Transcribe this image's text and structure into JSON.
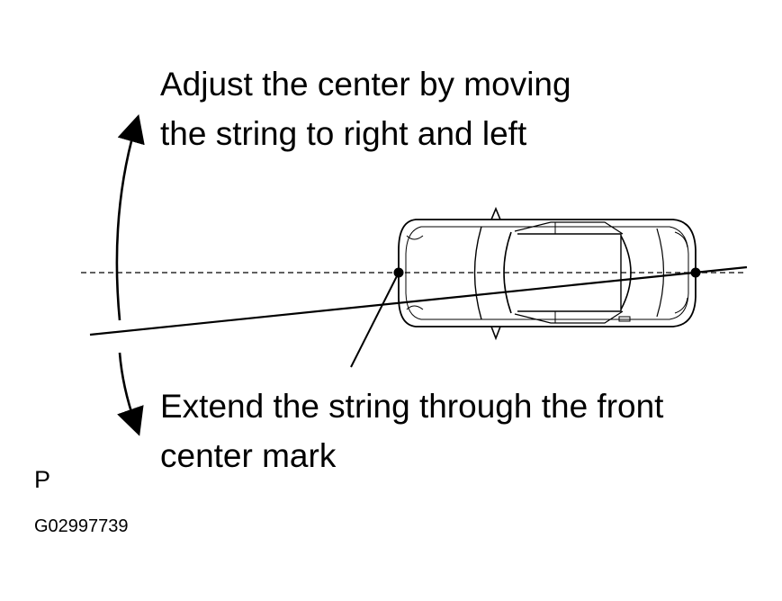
{
  "captions": {
    "top": [
      "Adjust the center by moving",
      "the string to right and left"
    ],
    "bottom": [
      "Extend the string through the front",
      "center mark"
    ]
  },
  "codes": {
    "letter": "P",
    "figure_id": "G02997739"
  }
}
